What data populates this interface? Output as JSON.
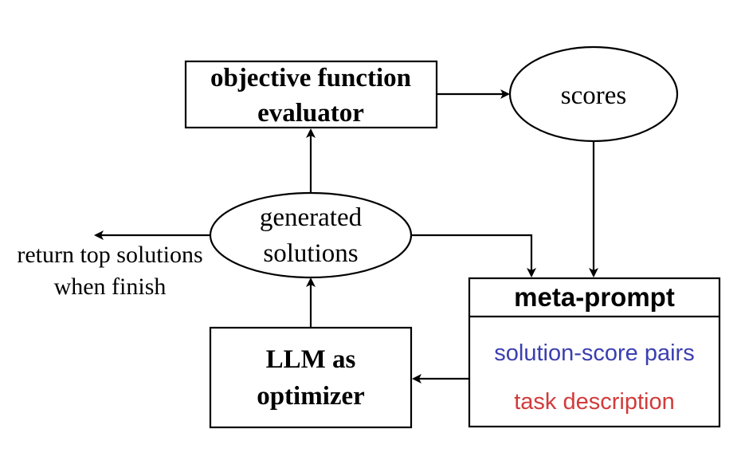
{
  "nodes": {
    "evaluator": {
      "lines": [
        "objective function",
        "evaluator"
      ]
    },
    "scores": {
      "label": "scores"
    },
    "generated": {
      "lines": [
        "generated",
        "solutions"
      ]
    },
    "return_note": {
      "lines": [
        "return top solutions",
        "when finish"
      ]
    },
    "meta_prompt": {
      "title": "meta-prompt",
      "pairs_label": "solution-score pairs",
      "task_label": "task description"
    },
    "llm": {
      "lines": [
        "LLM as",
        "optimizer"
      ]
    }
  },
  "colors": {
    "pairs": "#3b3fb0",
    "task": "#d13b3b",
    "stroke": "#000000"
  }
}
